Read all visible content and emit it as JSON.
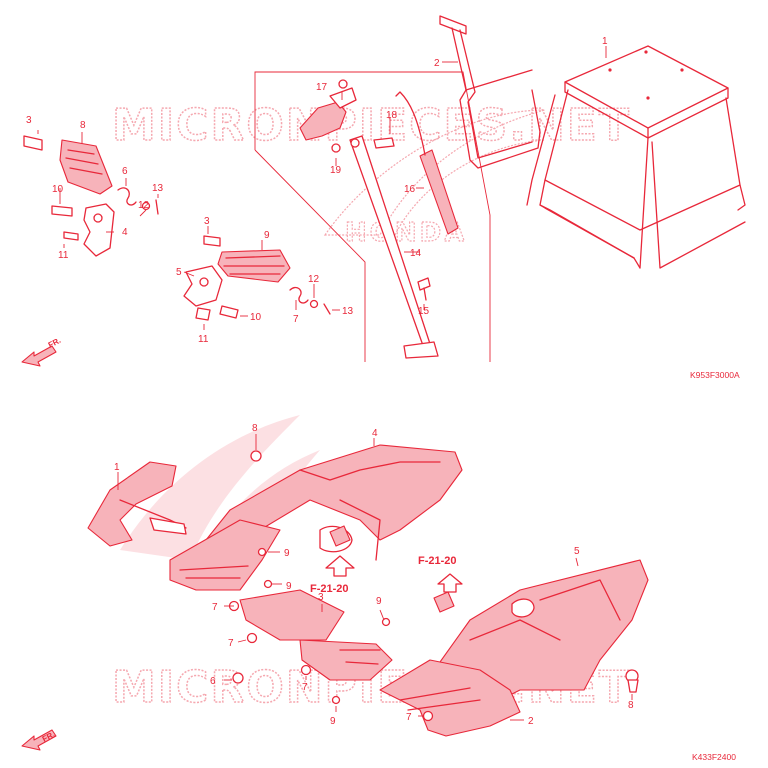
{
  "watermark": {
    "text": "MICRONPIECES.NET"
  },
  "brand": {
    "text": "HONDA"
  },
  "top_panel": {
    "code": "K953F3000A",
    "fr_label": "FR.",
    "callouts": [
      "1",
      "2",
      "3",
      "4",
      "5",
      "6",
      "7",
      "8",
      "9",
      "10",
      "11",
      "12",
      "13",
      "14",
      "15",
      "16",
      "17",
      "18",
      "19",
      "3",
      "5",
      "9",
      "10",
      "11",
      "12",
      "13",
      "7"
    ]
  },
  "bottom_panel": {
    "code": "K433F2400",
    "fr_label": "FR.",
    "refs": [
      "F-21-20",
      "F-21-20"
    ],
    "callouts": [
      "8",
      "4",
      "1",
      "9",
      "9",
      "7",
      "3",
      "9",
      "7",
      "6",
      "7",
      "9",
      "5",
      "8",
      "2",
      "7"
    ]
  }
}
